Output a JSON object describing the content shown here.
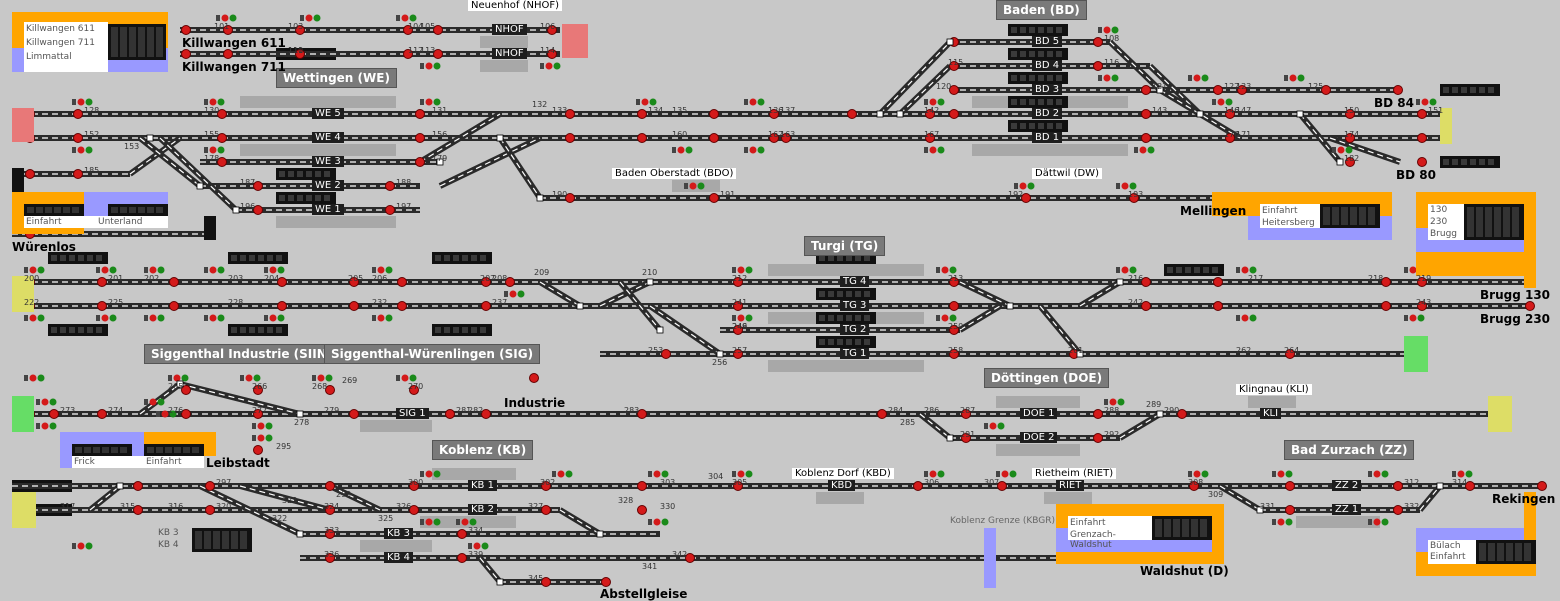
{
  "window": {
    "title": ""
  },
  "colors": {
    "background": "#c8c8c8",
    "track": "#2a2a2a",
    "track_rail": "#ffffff",
    "signal_red": "#d41a1a",
    "signal_green": "#1a8a1a",
    "panel_orange": "#ffa500",
    "panel_blue": "#9999ff",
    "panel_red": "#e87878",
    "panel_green": "#66dd66",
    "panel_yellow": "#dddd66",
    "header_gray": "#7a7a7a"
  },
  "stations": {
    "nhof": "Neuenhof (NHOF)",
    "baden": "Baden (BD)",
    "wettingen": "Wettingen (WE)",
    "baden_oberstadt": "Baden Oberstadt (BDO)",
    "daettwil": "Dättwil (DW)",
    "turgi": "Turgi (TG)",
    "siin": "Siggenthal Industrie (SIIN)",
    "sig": "Siggenthal-Würenlingen (SIG)",
    "doettingen": "Döttingen (DOE)",
    "klingnau": "Klingnau (KLI)",
    "koblenz": "Koblenz (KB)",
    "koblenz_dorf": "Koblenz Dorf (KBD)",
    "rietheim": "Rietheim (RIET)",
    "bad_zurzach": "Bad Zurzach (ZZ)",
    "koblenz_grenze": "Koblenz Grenze (KBGR)"
  },
  "endpoints": {
    "killwangen611": "Killwangen 611",
    "killwangen711": "Killwangen 711",
    "wuerenlos": "Würenlos",
    "mellingen": "Mellingen",
    "brugg130": "Brugg 130",
    "brugg230": "Brugg 230",
    "bd84": "BD 84",
    "bd80": "BD 80",
    "industrie": "Industrie",
    "leibstadt": "Leibstadt",
    "rekingen": "Rekingen",
    "waldshut": "Waldshut (D)",
    "abstellgleise": "Abstellgleise"
  },
  "panels": {
    "killwangen": [
      "Killwangen 611",
      "Killwangen 711",
      "Limmattal"
    ],
    "wuerenlos": [
      "Einfahrt",
      "Unterland"
    ],
    "mellingen": [
      "Einfahrt",
      "Heitersberg"
    ],
    "brugg": [
      "130",
      "230",
      "Brugg"
    ],
    "leibstadt": [
      "Frick",
      "Einfahrt"
    ],
    "waldshut": [
      "Einfahrt",
      "Grenzach-Waldshut"
    ],
    "rekingen": [
      "Bülach",
      "Einfahrt"
    ],
    "koblenz_side": [
      "KB 3",
      "KB 4"
    ]
  },
  "tracks": {
    "nhof": [
      "NHOF",
      "NHOF"
    ],
    "we": [
      "WE 5",
      "WE 4",
      "WE 3",
      "WE 2",
      "WE 1"
    ],
    "bd": [
      "BD 5",
      "BD 4",
      "BD 3",
      "BD 2",
      "BD 1"
    ],
    "tg": [
      "TG 4",
      "TG 3",
      "TG 2",
      "TG 1"
    ],
    "doe": [
      "DOE 1",
      "DOE 2"
    ],
    "kli": "KLI",
    "sig1": "SIG 1",
    "kb": [
      "KB 1",
      "KB 2",
      "KB 3",
      "KB 4"
    ],
    "kbd": "KBD",
    "riet": "RIET",
    "zz": [
      "ZZ 2",
      "ZZ 1"
    ]
  },
  "signal_numbers": {
    "n101": "101",
    "n103": "103",
    "n104": "104",
    "n105": "105",
    "n106": "106",
    "n110": "110",
    "n111": "111",
    "n112": "112",
    "n113": "113",
    "n114": "114",
    "n128": "128",
    "n130": "130",
    "n131": "131",
    "n132": "132",
    "n133": "133",
    "n134": "134",
    "n135": "135",
    "n136": "136",
    "n137": "137",
    "n142": "142",
    "n143": "143",
    "n146": "146",
    "n147": "147",
    "n150": "150",
    "n151": "151",
    "n152": "152",
    "n153": "153",
    "n155": "155",
    "n156": "156",
    "n160": "160",
    "n162": "162",
    "n163": "163",
    "n167": "167",
    "n170": "170",
    "n171": "171",
    "n174": "174",
    "n178": "178",
    "n179": "179",
    "n182": "182",
    "n185": "185",
    "n187": "187",
    "n188": "188",
    "n190": "190",
    "n191": "191",
    "n192": "192",
    "n193": "193",
    "n196": "196",
    "n197": "197",
    "n108": "108",
    "n115": "115",
    "n116": "116",
    "n120": "120",
    "n121": "121",
    "n122": "122",
    "n123": "123",
    "n125": "125",
    "n200": "200",
    "n201": "201",
    "n202": "202",
    "n203": "203",
    "n204": "204",
    "n205": "205",
    "n206": "206",
    "n207": "207",
    "n208": "208",
    "n209": "209",
    "n210": "210",
    "n212": "212",
    "n213": "213",
    "n216": "216",
    "n217": "217",
    "n218": "218",
    "n219": "219",
    "n222": "222",
    "n225": "225",
    "n228": "228",
    "n232": "232",
    "n237": "237",
    "n241": "241",
    "n242": "242",
    "n243": "243",
    "n246": "246",
    "n249": "249",
    "n250": "250",
    "n253": "253",
    "n256": "256",
    "n257": "257",
    "n258": "258",
    "n261": "261",
    "n262": "262",
    "n264": "264",
    "n265": "265",
    "n266": "266",
    "n268": "268",
    "n269": "269",
    "n270": "270",
    "n273": "273",
    "n274": "274",
    "n276": "276",
    "n277": "277",
    "n278": "278",
    "n279": "279",
    "n281": "281",
    "n282": "282",
    "n283": "283",
    "n284": "284",
    "n285": "285",
    "n286": "286",
    "n287": "287",
    "n288": "288",
    "n289": "289",
    "n290": "290",
    "n291": "291",
    "n292": "292",
    "n295": "295",
    "n297": "297",
    "n299": "299",
    "n300": "300",
    "n302": "302",
    "n303": "303",
    "n304": "304",
    "n305": "305",
    "n306": "306",
    "n307": "307",
    "n308": "308",
    "n309": "309",
    "n312": "312",
    "n314": "314",
    "n315": "315",
    "n316": "316",
    "n317": "317",
    "n320": "320",
    "n322": "322",
    "n323": "323",
    "n324": "324",
    "n325": "325",
    "n326": "326",
    "n327": "327",
    "n328": "328",
    "n330": "330",
    "n331": "331",
    "n332": "332",
    "n333": "333",
    "n334": "334",
    "n336": "336",
    "n339": "339",
    "n341": "341",
    "n342": "342",
    "n345": "345"
  }
}
